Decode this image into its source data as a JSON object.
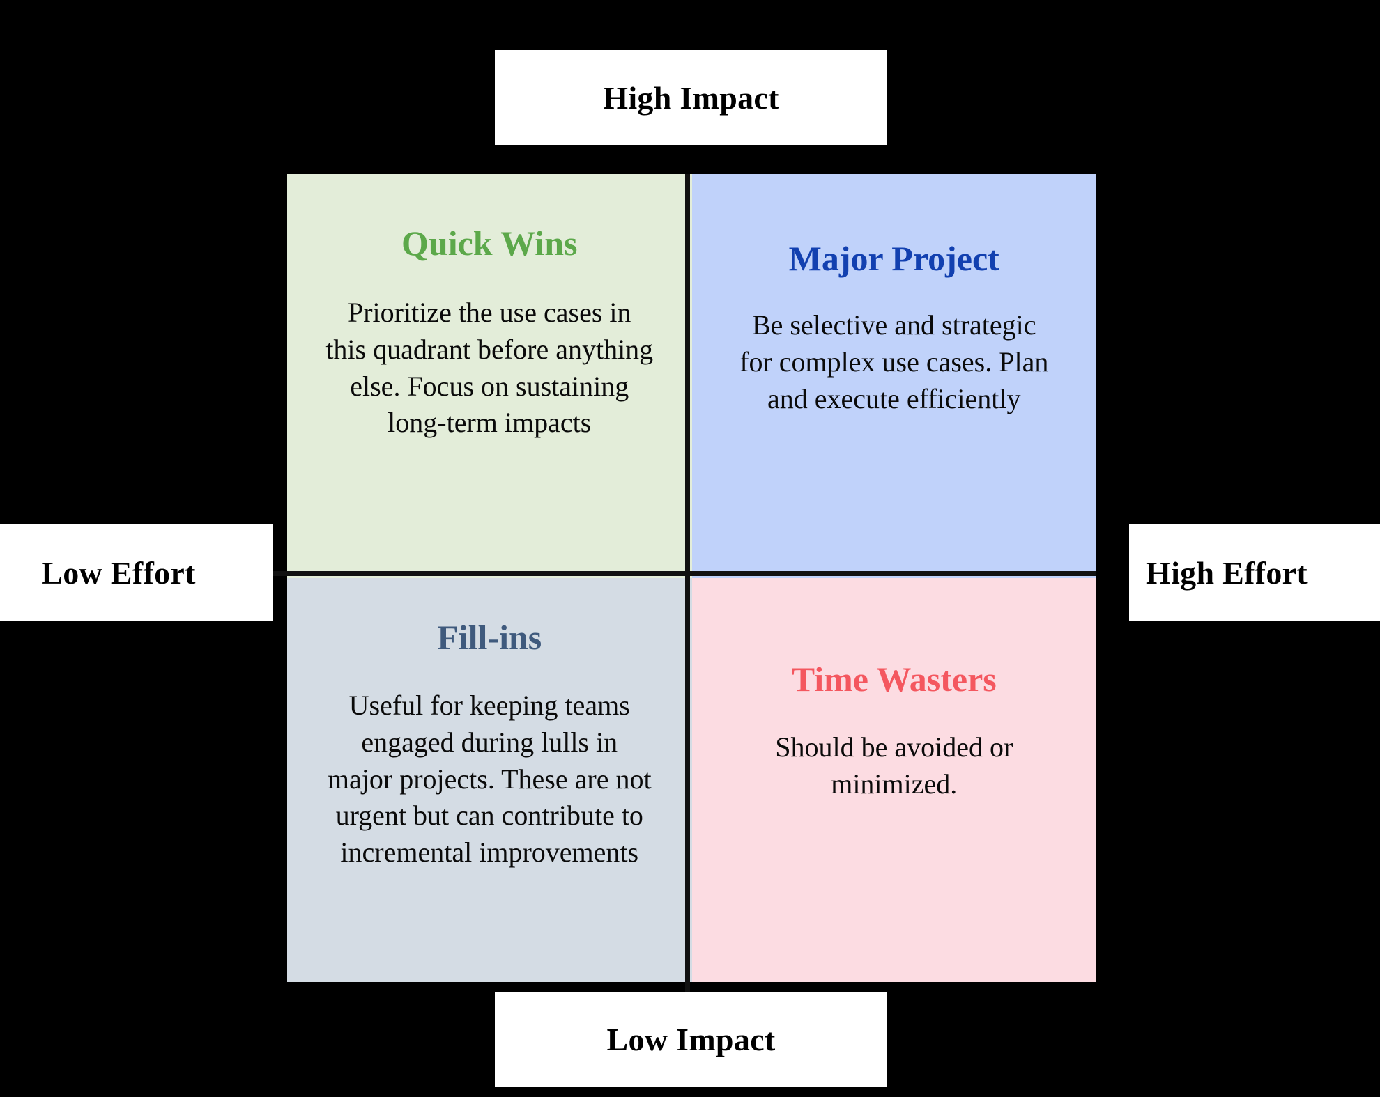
{
  "diagram": {
    "type": "impact-effort-matrix",
    "axes": {
      "top_label": "High Impact",
      "bottom_label": "Low Impact",
      "left_label": "Low Effort",
      "right_label": "High Effort",
      "vertical_axis": "Impact",
      "horizontal_axis": "Effort"
    },
    "colors": {
      "quick_wins_bg": "#E3EDD9",
      "quick_wins_title": "#5CA84A",
      "major_project_bg": "#C0D2FA",
      "major_project_title": "#1240B0",
      "fill_ins_bg": "#D4DCE4",
      "fill_ins_title": "#3F5A7D",
      "time_wasters_bg": "#FCDCE2",
      "time_wasters_title": "#F4575F",
      "axis_line": "#111111",
      "label_box_bg": "#FFFFFF",
      "canvas_bg": "#000000"
    },
    "quadrants": [
      {
        "id": "quick-wins",
        "position": "top-left",
        "title": "Quick Wins",
        "body": "Prioritize the use cases in this quadrant before anything else. Focus on sustaining long-term impacts"
      },
      {
        "id": "major-project",
        "position": "top-right",
        "title": "Major Project",
        "body": "Be selective and strategic for complex use cases. Plan and execute efficiently"
      },
      {
        "id": "fill-ins",
        "position": "bottom-left",
        "title": "Fill-ins",
        "body": "Useful for keeping teams engaged during lulls in major projects. These are not urgent but can contribute to incremental improvements"
      },
      {
        "id": "time-wasters",
        "position": "bottom-right",
        "title": "Time Wasters",
        "body": "Should be avoided or minimized."
      }
    ]
  }
}
